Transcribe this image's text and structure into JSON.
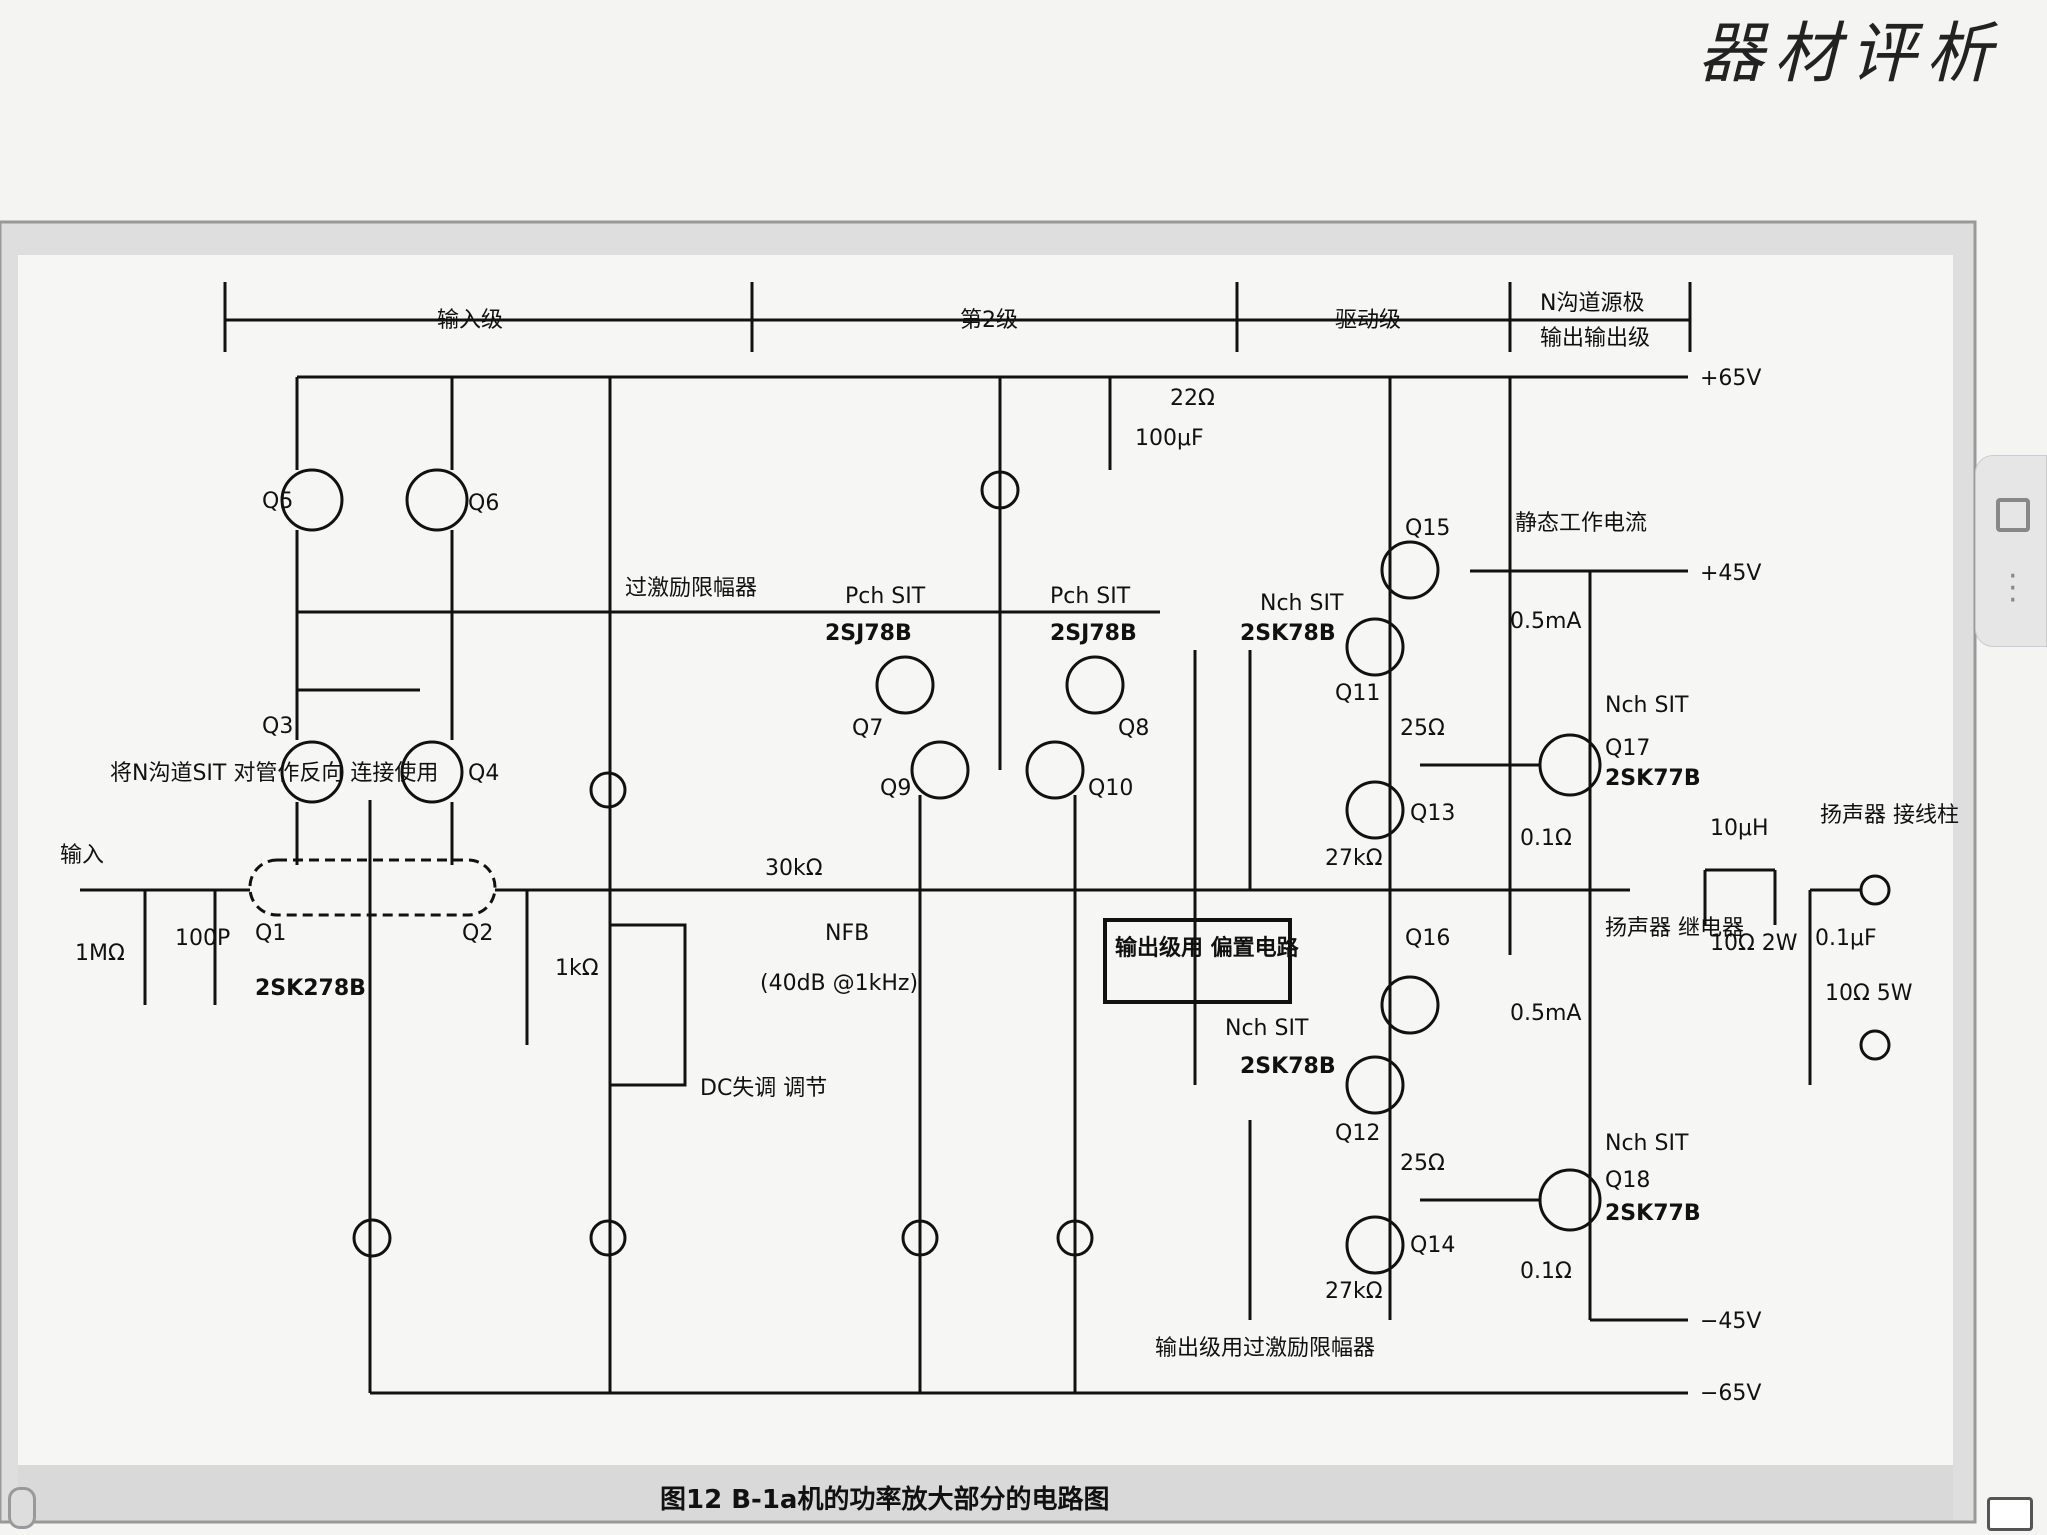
{
  "header": {
    "title": "器材评析"
  },
  "stages": [
    "输入级",
    "第2级",
    "驱动级",
    "N沟道源极",
    "输出输出级"
  ],
  "labels": {
    "v_p65": "+65V",
    "v_p45": "+45V",
    "v_m45": "−45V",
    "v_m65": "−65V",
    "r22": "22Ω",
    "c100u": "100μF",
    "q5": "Q5",
    "q6": "Q6",
    "q3": "Q3",
    "q4": "Q4",
    "q1": "Q1",
    "q2": "Q2",
    "q7": "Q7",
    "q8": "Q8",
    "q9": "Q9",
    "q10": "Q10",
    "q11": "Q11",
    "q12": "Q12",
    "q13": "Q13",
    "q14": "Q14",
    "q15": "Q15",
    "q16": "Q16",
    "q17": "Q17",
    "q18": "Q18",
    "protect1": "过激励限幅器",
    "pch_sit_l": "Pch SIT",
    "pch_sit_r": "Pch SIT",
    "sj78b_l": "2SJ78B",
    "sj78b_r": "2SJ78B",
    "nch_sit_u": "Nch SIT",
    "sk78b_u": "2SK78B",
    "nch_sit_d": "Nch SIT",
    "sk78b_d": "2SK78B",
    "quiescent": "静态工作电流",
    "ma_u": "0.5mA",
    "ma_d": "0.5mA",
    "nch_sit_o1": "Nch SIT",
    "sk77b_u": "2SK77B",
    "nch_sit_o2": "Nch SIT",
    "sk77b_d": "2SK77B",
    "r25_u": "25Ω",
    "r25_d": "25Ω",
    "r27k_u": "27kΩ",
    "r27k_d": "27kΩ",
    "r01_u": "0.1Ω",
    "r01_d": "0.1Ω",
    "input_note": "将N沟道SIT 对管作反向 连接使用",
    "input": "输入",
    "r1m": "1MΩ",
    "c100p": "100P",
    "sk278b": "2SK278B",
    "r1k": "1kΩ",
    "r30k": "30kΩ",
    "nfb": "NFB",
    "gain": "(40dB @1kHz)",
    "dc_adj": "DC失调 调节",
    "bias_box": "输出级用 偏置电路",
    "l10u": "10μH",
    "r10_2w": "10Ω 2W",
    "c01u": "0.1μF",
    "r10_5w": "10Ω 5W",
    "relay": "扬声器 继电器",
    "spk": "扬声器 接线柱",
    "protect2": "输出级用过激励限幅器",
    "caption": "图12  B-1a机的功率放大部分的电路图"
  }
}
